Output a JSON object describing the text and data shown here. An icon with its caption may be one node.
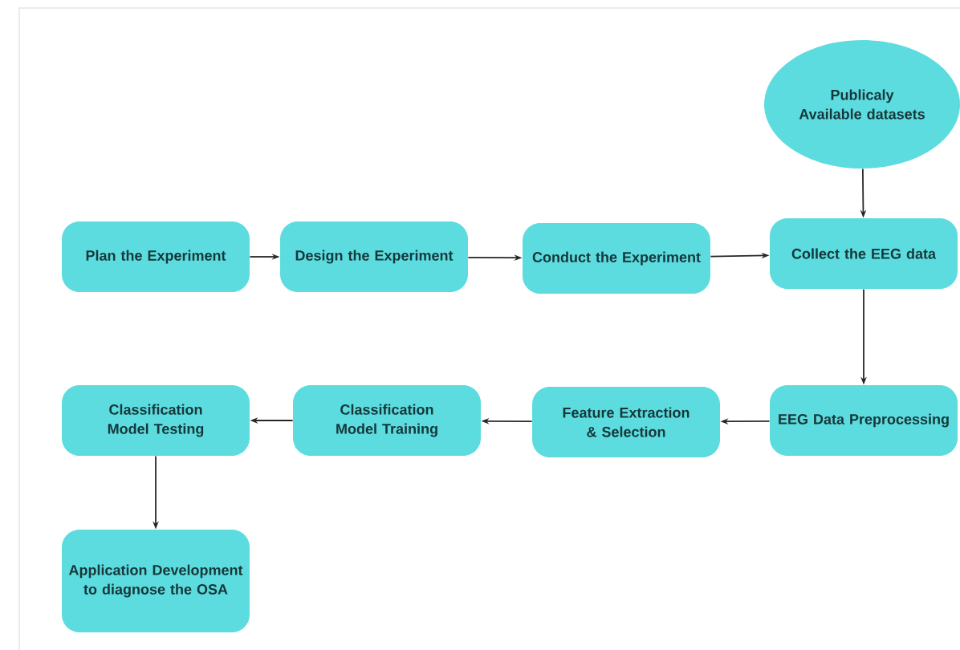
{
  "diagram": {
    "nodes": [
      {
        "text": [
          "Publicaly Available datasets"
        ]
      },
      {
        "text": [
          "Plan the Experiment"
        ]
      },
      {
        "text": [
          "Design the Experiment"
        ]
      },
      {
        "text": [
          "Conduct the Experiment"
        ]
      },
      {
        "text": [
          "Collect the EEG data"
        ]
      },
      {
        "text": [
          "Classification Model Testing"
        ]
      },
      {
        "text": [
          "Classification Model Training"
        ]
      },
      {
        "text": [
          "Feature Extraction & Selection"
        ]
      },
      {
        "text": [
          "EEG Data Preprocessing"
        ]
      },
      {
        "text": [
          "Application Development to diagnose the OSA"
        ]
      }
    ],
    "edges": [
      {
        "from": 0,
        "to": 4,
        "arrow": "to"
      },
      {
        "from": 1,
        "to": 2,
        "arrow": "to"
      },
      {
        "from": 2,
        "to": 3,
        "arrow": "to"
      },
      {
        "from": 3,
        "to": 4,
        "arrow": "to"
      },
      {
        "from": 4,
        "to": 8,
        "arrow": "to"
      },
      {
        "from": 8,
        "to": 7,
        "arrow": "to"
      },
      {
        "from": 7,
        "to": 6,
        "arrow": "to"
      },
      {
        "from": 6,
        "to": 5,
        "arrow": "to"
      },
      {
        "from": 5,
        "to": 9,
        "arrow": "to"
      }
    ]
  }
}
